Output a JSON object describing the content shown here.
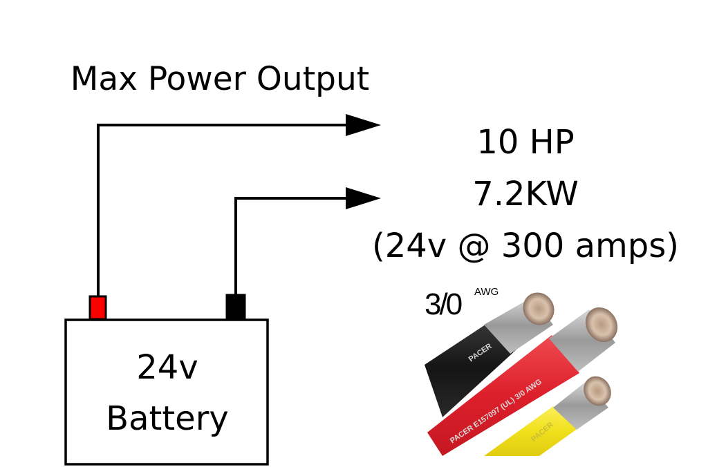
{
  "title": "Max Power Output",
  "output_specs": {
    "horsepower": "10 HP",
    "kilowatts": "7.2KW",
    "voltage_current": "(24v @ 300 amps)"
  },
  "battery": {
    "voltage": "24v",
    "label": "Battery",
    "positive_terminal_color": "#ff0000",
    "negative_terminal_color": "#000000"
  },
  "cable_image": {
    "gauge": "3/0",
    "unit": "AWG",
    "cables": [
      {
        "color_name": "black",
        "color": "#1a1a1a",
        "print": "PACER"
      },
      {
        "color_name": "red",
        "color": "#e2232e",
        "print": "PACER   E157097   (UL)   3/0 AWG"
      },
      {
        "color_name": "yellow",
        "color": "#f2e324",
        "print": "PACER"
      }
    ]
  }
}
